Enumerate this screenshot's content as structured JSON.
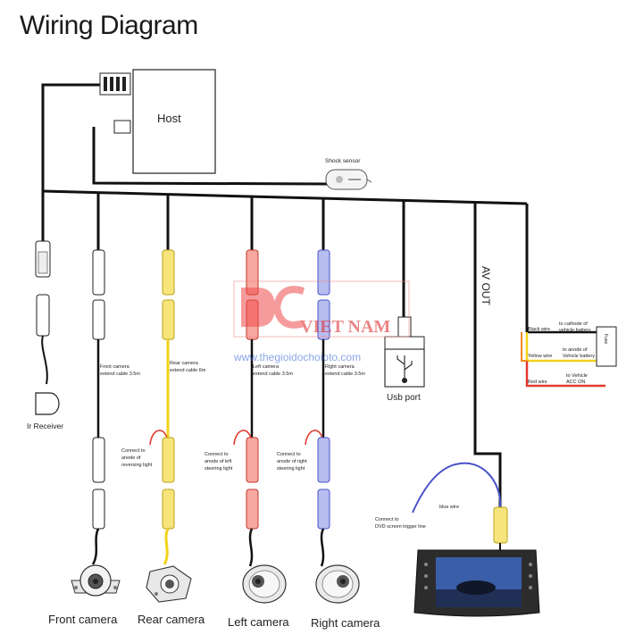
{
  "title": "Wiring Diagram",
  "host": {
    "label": "Host"
  },
  "shock_sensor": {
    "label": "Shock sensor"
  },
  "ir_receiver": {
    "label": "Ir Receiver"
  },
  "usb": {
    "label": "Usb port"
  },
  "av_out": {
    "label": "AV OUT"
  },
  "cables": {
    "front": [
      "Front camera",
      "extend cable 3.5m"
    ],
    "rear": [
      "Rear camera",
      "extend cable 6m"
    ],
    "left": [
      "Left camera",
      "extend cable 3.5m"
    ],
    "right": [
      "Right camera",
      "extend cable 3.5m"
    ]
  },
  "connect_notes": {
    "reversing": [
      "Connect to",
      "anode of",
      "reversing light"
    ],
    "left_steering": [
      "Connect to",
      "anode of left",
      "steering light"
    ],
    "right_steering": [
      "Connect to",
      "anode of right",
      "steering light"
    ]
  },
  "cameras": {
    "front": "Front camera",
    "rear": "Rear camera",
    "left": "Left camera",
    "right": "Right camera"
  },
  "power": {
    "black": {
      "wire": "Black wire",
      "note": [
        "to cathode of",
        "vehicle battery"
      ]
    },
    "yellow": {
      "wire": "Yellow wire",
      "note": [
        "to anode of",
        "Vehicle battery"
      ]
    },
    "red": {
      "wire": "Red wire",
      "note": [
        "to Vehicle",
        "ACC ON"
      ]
    },
    "fuse": "Fuse"
  },
  "dvd": {
    "blue_wire": "blue wire",
    "note": [
      "Connect to",
      "DVD screen trigger line"
    ]
  },
  "watermark": {
    "brand": "VIET NAM",
    "url": "www.thegioidochoioto.com"
  },
  "colors": {
    "wire": "#111111",
    "yellow": "#f2d21b",
    "red": "#e23a2e",
    "blue": "#4a52c8",
    "orange": "#f08a1c",
    "watermark": "#e04848"
  }
}
